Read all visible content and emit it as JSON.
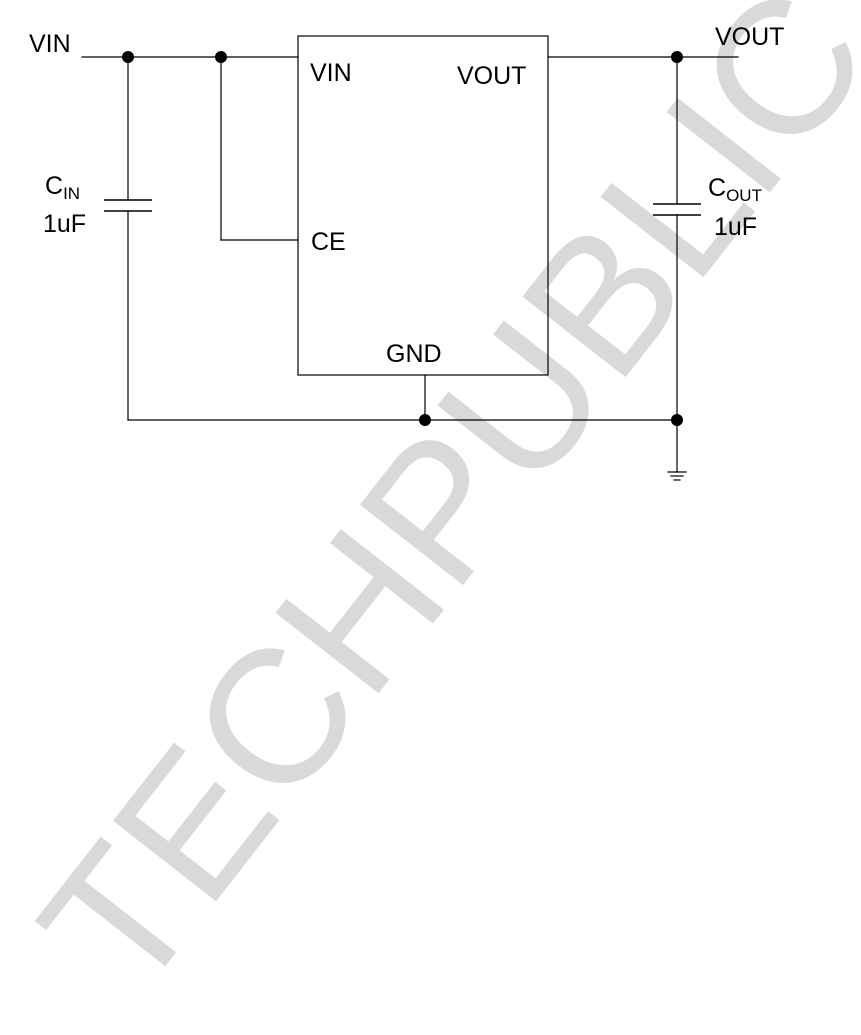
{
  "watermark": {
    "text": "TECHPUBLIC"
  },
  "ic": {
    "pin_vin": "VIN",
    "pin_vout": "VOUT",
    "pin_ce": "CE",
    "pin_gnd": "GND"
  },
  "nets": {
    "vin": "VIN",
    "vout": "VOUT"
  },
  "cin": {
    "base": "C",
    "sub": "IN",
    "value": "1uF"
  },
  "cout": {
    "base": "C",
    "sub": "OUT",
    "value": "1uF"
  },
  "colors": {
    "ink": "#000000",
    "watermark": "#d9d9d9"
  }
}
